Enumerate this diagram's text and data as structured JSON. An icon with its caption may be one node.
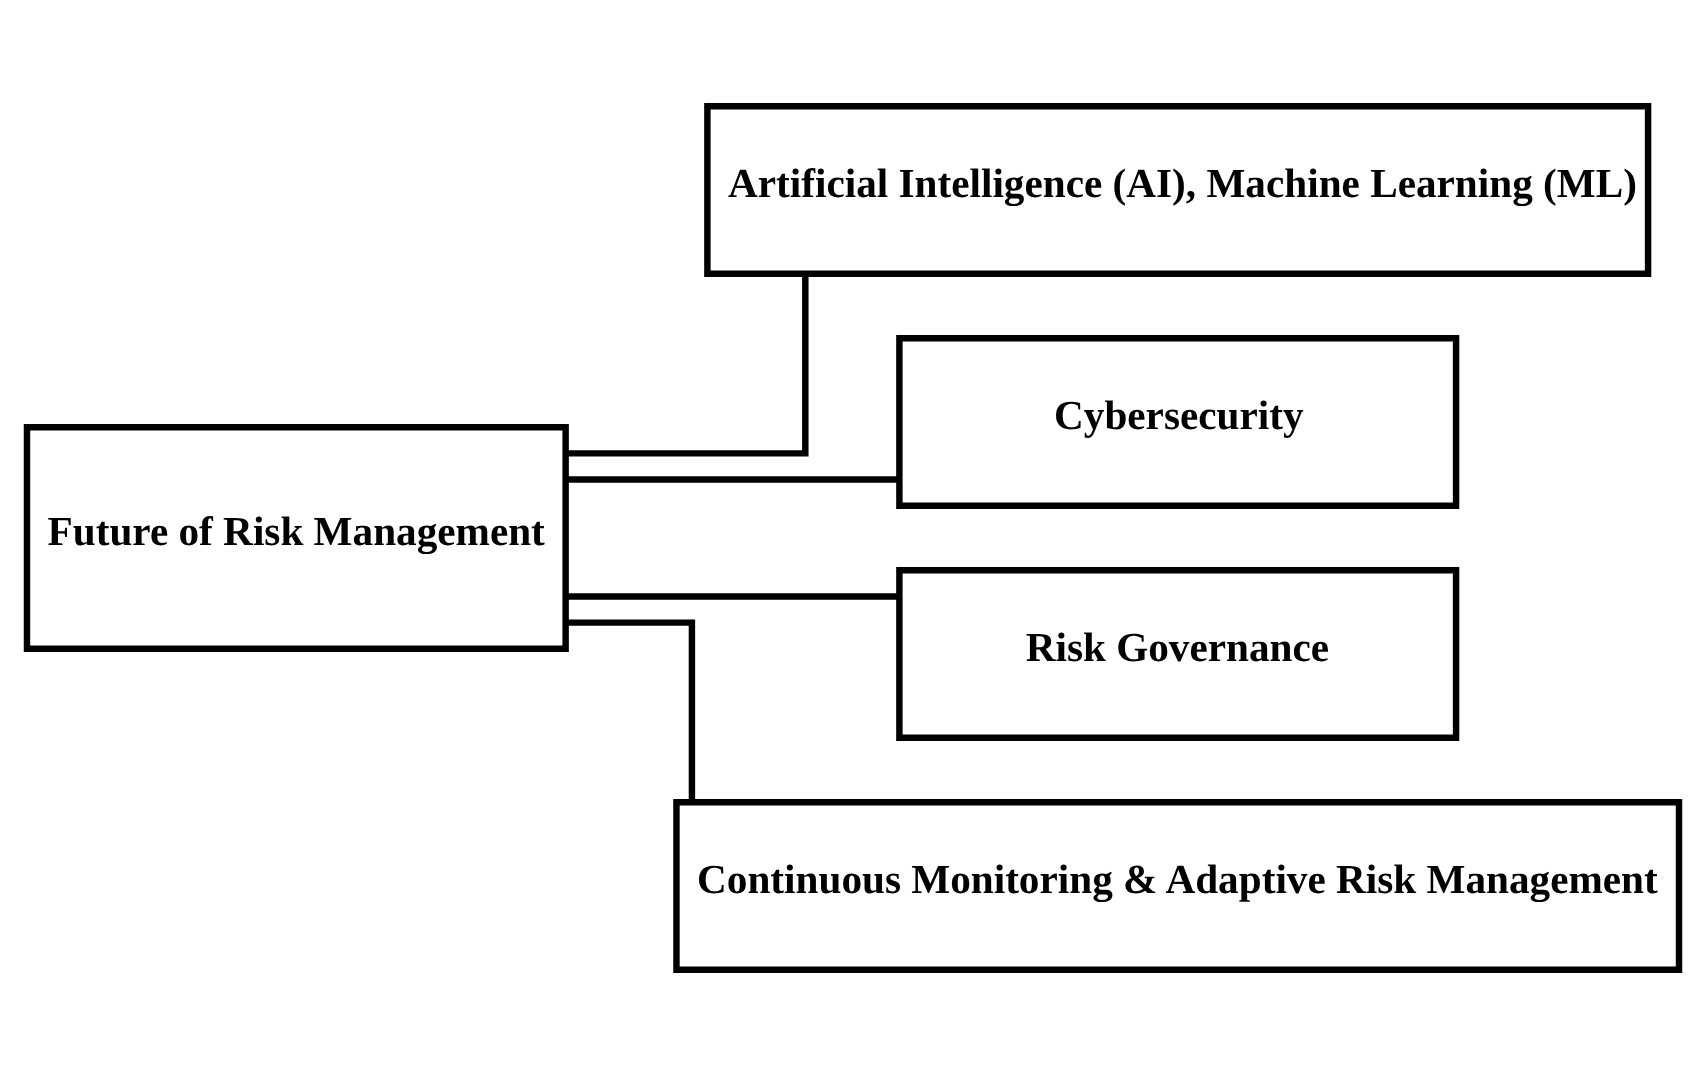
{
  "diagram": {
    "nodes": [
      {
        "text": [
          "Future of Risk Management"
        ]
      },
      {
        "text": [
          "Artificial Intelligence (AI), Machine Learning (ML)"
        ]
      },
      {
        "text": [
          "Cybersecurity"
        ]
      },
      {
        "text": [
          "Risk Governance"
        ]
      },
      {
        "text": [
          "Continuous Monitoring & Adaptive Risk Management"
        ]
      }
    ],
    "edges": [
      {
        "from": 0,
        "to": 1,
        "arrow": "none"
      },
      {
        "from": 0,
        "to": 2,
        "arrow": "none"
      },
      {
        "from": 0,
        "to": 3,
        "arrow": "none"
      },
      {
        "from": 0,
        "to": 4,
        "arrow": "none"
      }
    ]
  }
}
